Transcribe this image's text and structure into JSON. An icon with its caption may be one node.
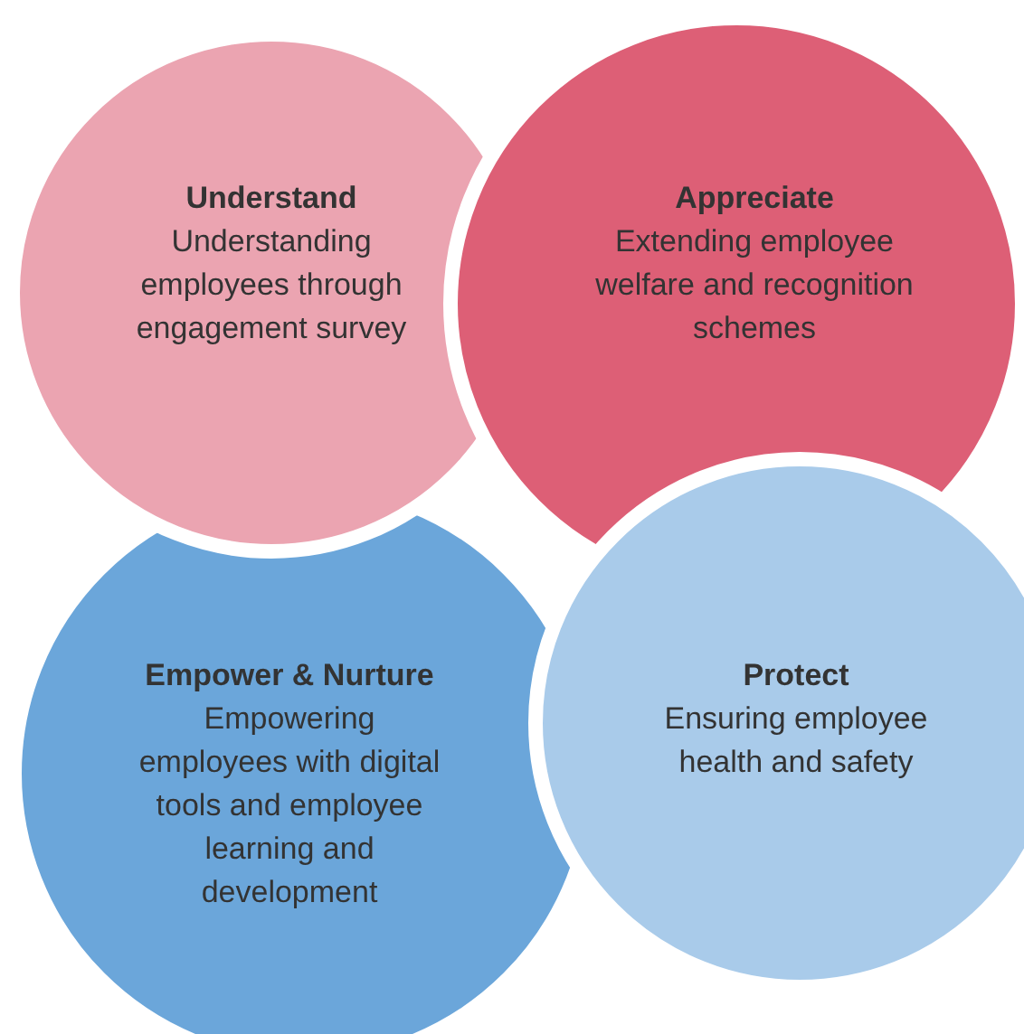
{
  "diagram": {
    "nodes": [
      {
        "text": [
          "Understand",
          "Understanding employees through engagement survey"
        ]
      },
      {
        "text": [
          "Appreciate",
          "Extending employee welfare and recognition schemes"
        ]
      },
      {
        "text": [
          "Empower & Nurture",
          "Empowering employees with digital tools and employee learning and development"
        ]
      },
      {
        "text": [
          "Protect",
          "Ensuring employee health and safety"
        ]
      }
    ]
  }
}
